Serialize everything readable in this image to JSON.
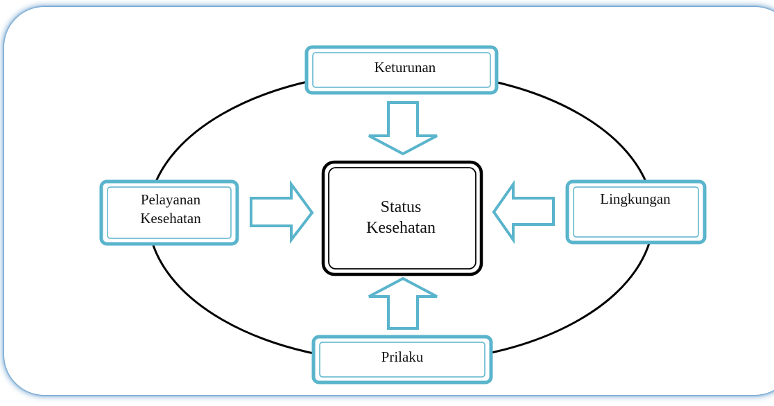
{
  "diagram": {
    "center": {
      "line1": "Status",
      "line2": "Kesehatan"
    },
    "factors": {
      "top": "Keturunan",
      "left_line1": "Pelayanan",
      "left_line2": "Kesehatan",
      "right": "Lingkungan",
      "bottom": "Prilaku"
    },
    "colors": {
      "box_border": "#59b4cc",
      "arrow_stroke": "#59b4cc",
      "ellipse": "#000000",
      "center_border": "#000000",
      "frame_glow": "#3c82be"
    }
  }
}
